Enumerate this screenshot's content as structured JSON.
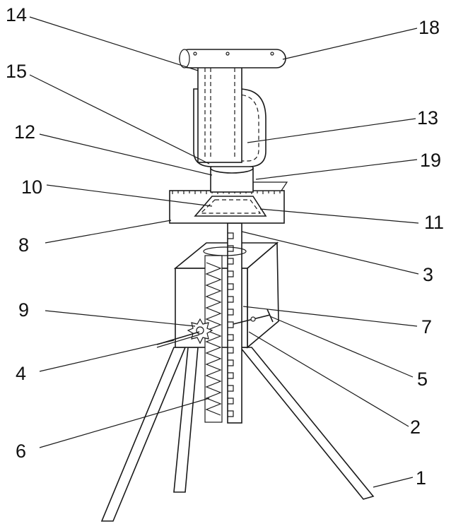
{
  "labels": {
    "l1": "1",
    "l2": "2",
    "l3": "3",
    "l4": "4",
    "l5": "5",
    "l6": "6",
    "l7": "7",
    "l8": "8",
    "l9": "9",
    "l10": "10",
    "l11": "11",
    "l12": "12",
    "l13": "13",
    "l14": "14",
    "l15": "15",
    "l18": "18",
    "l19": "19"
  }
}
